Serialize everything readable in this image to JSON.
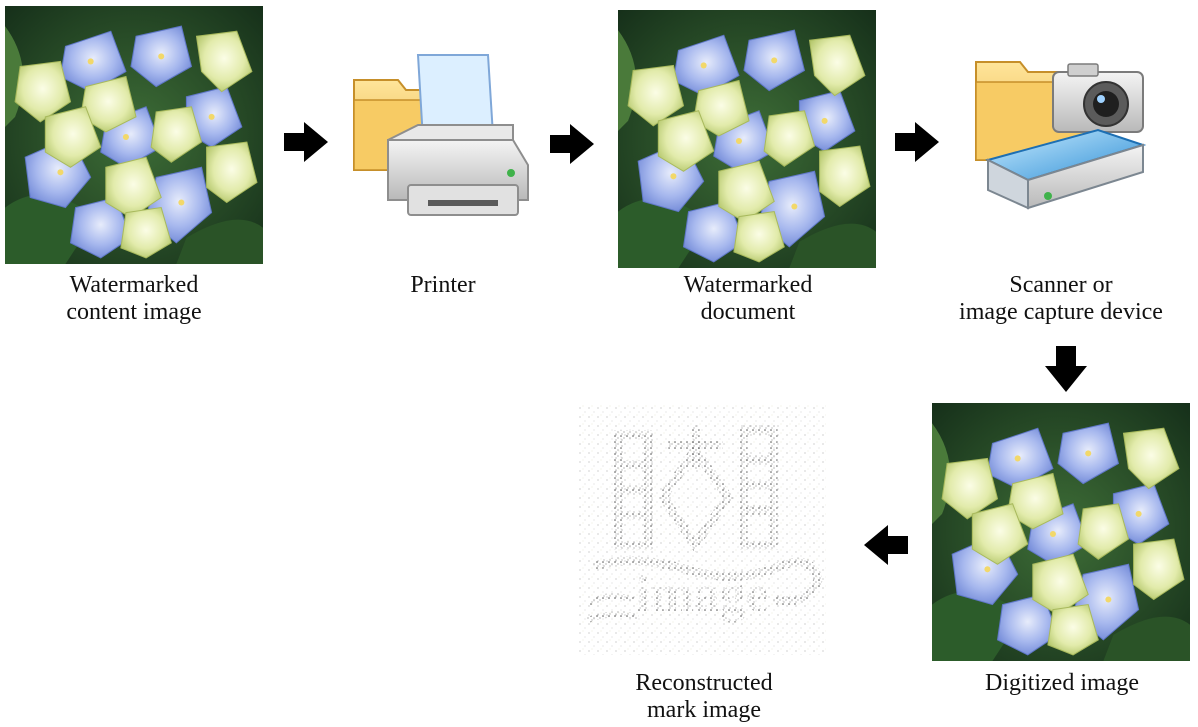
{
  "nodes": {
    "watermarked_content_image": {
      "caption": [
        "Watermarked",
        "content image"
      ],
      "icon": "hydrangea-photo"
    },
    "printer": {
      "caption": [
        "Printer"
      ],
      "icon": "printer-icon"
    },
    "watermarked_document": {
      "caption": [
        "Watermarked",
        "document"
      ],
      "icon": "hydrangea-photo"
    },
    "scanner": {
      "caption": [
        "Scanner or",
        "image capture device"
      ],
      "icon": "scanner-camera-icon"
    },
    "digitized_image": {
      "caption": [
        "Digitized image"
      ],
      "icon": "hydrangea-photo"
    },
    "reconstructed_mark": {
      "caption": [
        "Reconstructed",
        "mark image"
      ],
      "icon": "reconstructed-logo-noise",
      "mark_text": "image"
    }
  },
  "flow": [
    [
      "watermarked_content_image",
      "printer"
    ],
    [
      "printer",
      "watermarked_document"
    ],
    [
      "watermarked_document",
      "scanner"
    ],
    [
      "scanner",
      "digitized_image"
    ],
    [
      "digitized_image",
      "reconstructed_mark"
    ]
  ],
  "colors": {
    "arrow": "#000000",
    "petal_blue": "#8ea6e8",
    "petal_green": "#dfe9a8",
    "leaf": "#2f5a2c",
    "background": "#ffffff"
  }
}
